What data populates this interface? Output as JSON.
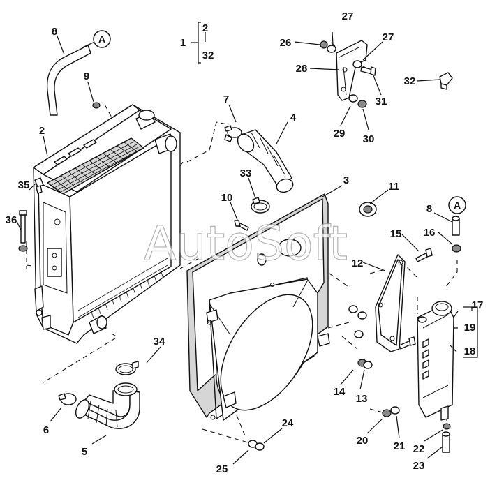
{
  "watermark": "AutoSoft",
  "reference_letter": "A",
  "group_bracket": {
    "assembly": "1",
    "first": "2",
    "last": "32"
  },
  "callouts": {
    "c2": "2",
    "c3": "3",
    "c4": "4",
    "c5": "5",
    "c6": "6",
    "c7": "7",
    "c8": "8",
    "c8b": "8",
    "c9": "9",
    "c10": "10",
    "c11": "11",
    "c12": "12",
    "c13": "13",
    "c14": "14",
    "c15": "15",
    "c16": "16",
    "c17": "17",
    "c18": "18",
    "c19": "19",
    "c20": "20",
    "c21": "21",
    "c22": "22",
    "c23": "23",
    "c24": "24",
    "c25": "25",
    "c26": "26",
    "c27": "27",
    "c27b": "27",
    "c28": "28",
    "c29": "29",
    "c30": "30",
    "c31": "31",
    "c32": "32",
    "c33": "33",
    "c34": "34",
    "c35": "35",
    "c36": "36"
  }
}
